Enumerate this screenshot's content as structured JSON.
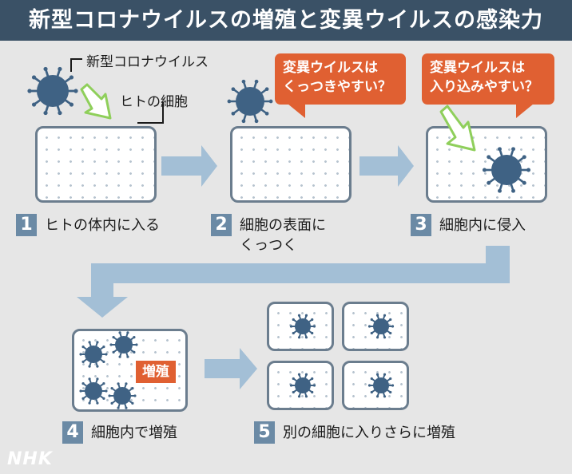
{
  "title": "新型コロナウイルスの増殖と変異ウイルスの感染力",
  "labels": {
    "virus": "新型コロナウイルス",
    "human_cell": "ヒトの細胞"
  },
  "bubbles": {
    "b1_line1": "変異ウイルスは",
    "b1_line2": "くっつきやすい？",
    "b2_line1": "変異ウイルスは",
    "b2_line2": "入り込みやすい？"
  },
  "steps": [
    {
      "num": "1",
      "line1": "ヒトの体内に入る",
      "line2": ""
    },
    {
      "num": "2",
      "line1": "細胞の表面に",
      "line2": "くっつく"
    },
    {
      "num": "3",
      "line1": "細胞内に侵入",
      "line2": ""
    },
    {
      "num": "4",
      "line1": "細胞内で増殖",
      "line2": ""
    },
    {
      "num": "5",
      "line1": "別の細胞に入りさらに増殖",
      "line2": ""
    }
  ],
  "proliferation_label": "増殖",
  "logo": "NHK",
  "colors": {
    "title_bg": "#3a5166",
    "virus": "#3f6284",
    "bubble": "#e06032",
    "arrow": "#a3bfd6",
    "entry_arrow": "#8fcf5b",
    "cell_border": "#6b7d8e"
  }
}
